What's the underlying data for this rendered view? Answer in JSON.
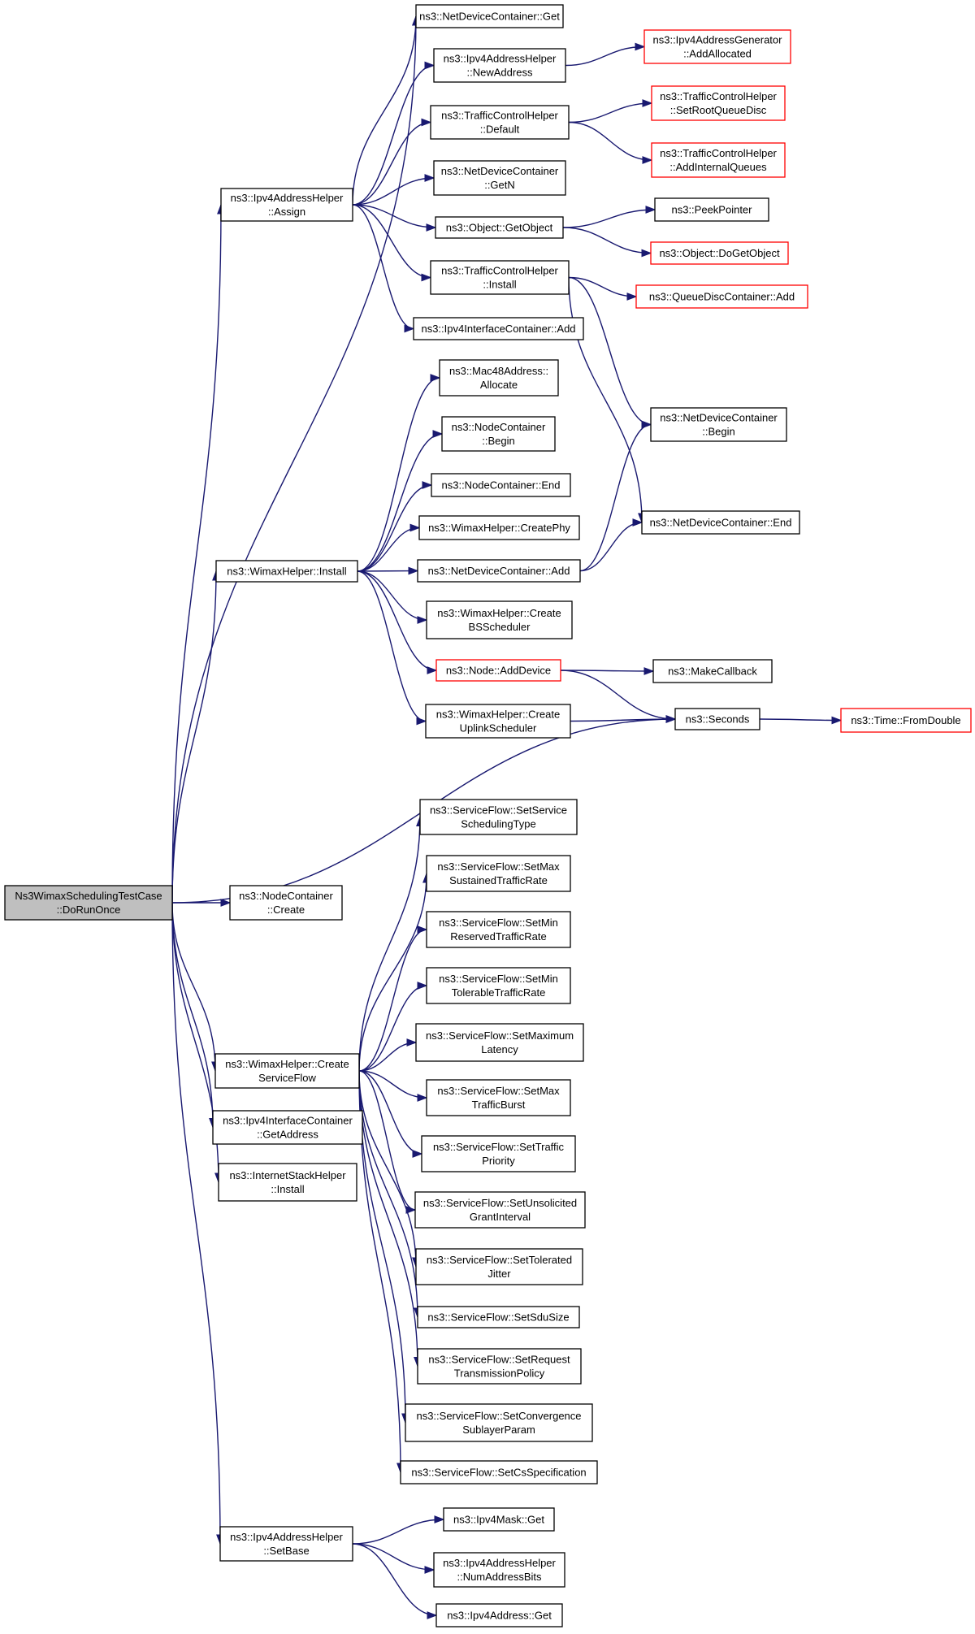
{
  "nodes": [
    {
      "id": "root",
      "lines": [
        "Ns3WimaxSchedulingTestCase",
        "::DoRunOnce"
      ],
      "style": "root"
    },
    {
      "id": "ndc_get",
      "lines": [
        "ns3::NetDeviceContainer::Get"
      ]
    },
    {
      "id": "ipv4ah_newaddr",
      "lines": [
        "ns3::Ipv4AddressHelper",
        "::NewAddress"
      ]
    },
    {
      "id": "ipv4ag_addalloc",
      "lines": [
        "ns3::Ipv4AddressGenerator",
        "::AddAllocated"
      ],
      "style": "trunc"
    },
    {
      "id": "tch_default",
      "lines": [
        "ns3::TrafficControlHelper",
        "::Default"
      ]
    },
    {
      "id": "tch_setroot",
      "lines": [
        "ns3::TrafficControlHelper",
        "::SetRootQueueDisc"
      ],
      "style": "trunc"
    },
    {
      "id": "tch_addinternal",
      "lines": [
        "ns3::TrafficControlHelper",
        "::AddInternalQueues"
      ],
      "style": "trunc"
    },
    {
      "id": "ndc_getn",
      "lines": [
        "ns3::NetDeviceContainer",
        "::GetN"
      ]
    },
    {
      "id": "ipv4ah_assign",
      "lines": [
        "ns3::Ipv4AddressHelper",
        "::Assign"
      ]
    },
    {
      "id": "obj_getobject",
      "lines": [
        "ns3::Object::GetObject"
      ]
    },
    {
      "id": "peekpointer",
      "lines": [
        "ns3::PeekPointer"
      ]
    },
    {
      "id": "obj_dogetobject",
      "lines": [
        "ns3::Object::DoGetObject"
      ],
      "style": "trunc"
    },
    {
      "id": "tch_install",
      "lines": [
        "ns3::TrafficControlHelper",
        "::Install"
      ]
    },
    {
      "id": "qdc_add",
      "lines": [
        "ns3::QueueDiscContainer::Add"
      ],
      "style": "trunc"
    },
    {
      "id": "ipv4ic_add",
      "lines": [
        "ns3::Ipv4InterfaceContainer::Add"
      ]
    },
    {
      "id": "mac48_alloc",
      "lines": [
        "ns3::Mac48Address::",
        "Allocate"
      ]
    },
    {
      "id": "ndc_begin",
      "lines": [
        "ns3::NetDeviceContainer",
        "::Begin"
      ]
    },
    {
      "id": "nc_begin",
      "lines": [
        "ns3::NodeContainer",
        "::Begin"
      ]
    },
    {
      "id": "nc_end",
      "lines": [
        "ns3::NodeContainer::End"
      ]
    },
    {
      "id": "ndc_end",
      "lines": [
        "ns3::NetDeviceContainer::End"
      ]
    },
    {
      "id": "wh_createphy",
      "lines": [
        "ns3::WimaxHelper::CreatePhy"
      ]
    },
    {
      "id": "wh_install",
      "lines": [
        "ns3::WimaxHelper::Install"
      ]
    },
    {
      "id": "ndc_add",
      "lines": [
        "ns3::NetDeviceContainer::Add"
      ]
    },
    {
      "id": "wh_createbs",
      "lines": [
        "ns3::WimaxHelper::Create",
        "BSScheduler"
      ]
    },
    {
      "id": "node_adddevice",
      "lines": [
        "ns3::Node::AddDevice"
      ],
      "style": "trunc"
    },
    {
      "id": "makecallback",
      "lines": [
        "ns3::MakeCallback"
      ]
    },
    {
      "id": "wh_createul",
      "lines": [
        "ns3::WimaxHelper::Create",
        "UplinkScheduler"
      ]
    },
    {
      "id": "seconds",
      "lines": [
        "ns3::Seconds"
      ]
    },
    {
      "id": "time_fromdouble",
      "lines": [
        "ns3::Time::FromDouble"
      ],
      "style": "trunc"
    },
    {
      "id": "sf_setsched",
      "lines": [
        "ns3::ServiceFlow::SetService",
        "SchedulingType"
      ]
    },
    {
      "id": "sf_setmaxsus",
      "lines": [
        "ns3::ServiceFlow::SetMax",
        "SustainedTrafficRate"
      ]
    },
    {
      "id": "sf_setminres",
      "lines": [
        "ns3::ServiceFlow::SetMin",
        "ReservedTrafficRate"
      ]
    },
    {
      "id": "nc_create",
      "lines": [
        "ns3::NodeContainer",
        "::Create"
      ]
    },
    {
      "id": "sf_setmintol",
      "lines": [
        "ns3::ServiceFlow::SetMin",
        "TolerableTrafficRate"
      ]
    },
    {
      "id": "sf_setmaxlat",
      "lines": [
        "ns3::ServiceFlow::SetMaximum",
        "Latency"
      ]
    },
    {
      "id": "wh_createsf",
      "lines": [
        "ns3::WimaxHelper::Create",
        "ServiceFlow"
      ]
    },
    {
      "id": "sf_setmaxburst",
      "lines": [
        "ns3::ServiceFlow::SetMax",
        "TrafficBurst"
      ]
    },
    {
      "id": "ipv4ic_getaddr",
      "lines": [
        "ns3::Ipv4InterfaceContainer",
        "::GetAddress"
      ]
    },
    {
      "id": "sf_settrafprio",
      "lines": [
        "ns3::ServiceFlow::SetTraffic",
        "Priority"
      ]
    },
    {
      "id": "ish_install",
      "lines": [
        "ns3::InternetStackHelper",
        "::Install"
      ]
    },
    {
      "id": "sf_setugi",
      "lines": [
        "ns3::ServiceFlow::SetUnsolicited",
        "GrantInterval"
      ]
    },
    {
      "id": "sf_settoljit",
      "lines": [
        "ns3::ServiceFlow::SetTolerated",
        "Jitter"
      ]
    },
    {
      "id": "sf_setsdusize",
      "lines": [
        "ns3::ServiceFlow::SetSduSize"
      ]
    },
    {
      "id": "sf_setreqtx",
      "lines": [
        "ns3::ServiceFlow::SetRequest",
        "TransmissionPolicy"
      ]
    },
    {
      "id": "sf_setconv",
      "lines": [
        "ns3::ServiceFlow::SetConvergence",
        "SublayerParam"
      ]
    },
    {
      "id": "sf_setcsspec",
      "lines": [
        "ns3::ServiceFlow::SetCsSpecification"
      ]
    },
    {
      "id": "ipv4mask_get",
      "lines": [
        "ns3::Ipv4Mask::Get"
      ]
    },
    {
      "id": "ipv4ah_setbase",
      "lines": [
        "ns3::Ipv4AddressHelper",
        "::SetBase"
      ]
    },
    {
      "id": "ipv4ah_numbits",
      "lines": [
        "ns3::Ipv4AddressHelper",
        "::NumAddressBits"
      ]
    },
    {
      "id": "ipv4addr_get",
      "lines": [
        "ns3::Ipv4Address::Get"
      ]
    }
  ],
  "edges": [
    [
      "root",
      "ndc_get"
    ],
    [
      "root",
      "ipv4ah_assign"
    ],
    [
      "root",
      "wh_install"
    ],
    [
      "root",
      "seconds"
    ],
    [
      "root",
      "nc_create"
    ],
    [
      "root",
      "wh_createsf"
    ],
    [
      "root",
      "ipv4ic_getaddr"
    ],
    [
      "root",
      "ish_install"
    ],
    [
      "root",
      "ipv4ah_setbase"
    ],
    [
      "ipv4ah_assign",
      "ndc_get"
    ],
    [
      "ipv4ah_assign",
      "ipv4ah_newaddr"
    ],
    [
      "ipv4ah_assign",
      "tch_default"
    ],
    [
      "ipv4ah_assign",
      "ndc_getn"
    ],
    [
      "ipv4ah_assign",
      "obj_getobject"
    ],
    [
      "ipv4ah_assign",
      "tch_install"
    ],
    [
      "ipv4ah_assign",
      "ipv4ic_add"
    ],
    [
      "ipv4ah_newaddr",
      "ipv4ag_addalloc"
    ],
    [
      "tch_default",
      "tch_setroot"
    ],
    [
      "tch_default",
      "tch_addinternal"
    ],
    [
      "obj_getobject",
      "peekpointer"
    ],
    [
      "obj_getobject",
      "obj_dogetobject"
    ],
    [
      "tch_install",
      "qdc_add"
    ],
    [
      "tch_install",
      "ndc_begin"
    ],
    [
      "tch_install",
      "ndc_end"
    ],
    [
      "wh_install",
      "mac48_alloc"
    ],
    [
      "wh_install",
      "nc_begin"
    ],
    [
      "wh_install",
      "nc_end"
    ],
    [
      "wh_install",
      "wh_createphy"
    ],
    [
      "wh_install",
      "ndc_add"
    ],
    [
      "wh_install",
      "wh_createbs"
    ],
    [
      "wh_install",
      "node_adddevice"
    ],
    [
      "wh_install",
      "wh_createul"
    ],
    [
      "ndc_add",
      "ndc_begin"
    ],
    [
      "ndc_add",
      "ndc_end"
    ],
    [
      "node_adddevice",
      "makecallback"
    ],
    [
      "node_adddevice",
      "seconds"
    ],
    [
      "wh_createul",
      "seconds"
    ],
    [
      "seconds",
      "time_fromdouble"
    ],
    [
      "wh_createsf",
      "sf_setsched"
    ],
    [
      "wh_createsf",
      "sf_setmaxsus"
    ],
    [
      "wh_createsf",
      "sf_setminres"
    ],
    [
      "wh_createsf",
      "sf_setmintol"
    ],
    [
      "wh_createsf",
      "sf_setmaxlat"
    ],
    [
      "wh_createsf",
      "sf_setmaxburst"
    ],
    [
      "wh_createsf",
      "sf_settrafprio"
    ],
    [
      "wh_createsf",
      "sf_setugi"
    ],
    [
      "wh_createsf",
      "sf_settoljit"
    ],
    [
      "wh_createsf",
      "sf_setsdusize"
    ],
    [
      "wh_createsf",
      "sf_setreqtx"
    ],
    [
      "wh_createsf",
      "sf_setconv"
    ],
    [
      "wh_createsf",
      "sf_setcsspec"
    ],
    [
      "ipv4ah_setbase",
      "ipv4mask_get"
    ],
    [
      "ipv4ah_setbase",
      "ipv4ah_numbits"
    ],
    [
      "ipv4ah_setbase",
      "ipv4addr_get"
    ]
  ],
  "colors": {
    "edge": "#191970",
    "node_border": "#000000",
    "truncated_border": "#ff0000",
    "root_fill": "#bfbfbf"
  }
}
